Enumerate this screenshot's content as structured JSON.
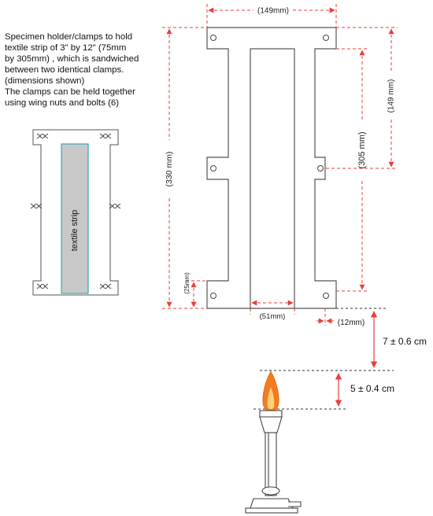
{
  "caption": {
    "lines": [
      "Specimen holder/clamps to hold",
      "textile strip of 3\" by 12\" (75mm",
      "by 305mm) , which is sandwiched",
      "between two identical clamps.",
      "(dimensions shown)",
      "The clamps can be held together",
      "using wing nuts and bolts (6)"
    ]
  },
  "small_clamp": {
    "strip_label": "textile strip",
    "strip_color": "#c8c8c8",
    "edge_color": "#3aa6b9"
  },
  "clamp_dims": {
    "top_width": "(149mm)",
    "total_height": "(330 mm)",
    "inner_height": "(305 mm)",
    "upper_height": "(149 mm)",
    "bottom_height": "(25mm)",
    "gap_width": "(51mm)",
    "edge_width": "(12mm)",
    "dim_color": "#e8403a"
  },
  "burner": {
    "gap_label": "7 ± 0.6 cm",
    "flame_label": "5 ± 0.4 cm",
    "flame_color": "#f47c1e",
    "flame_core": "#ffd27a"
  }
}
